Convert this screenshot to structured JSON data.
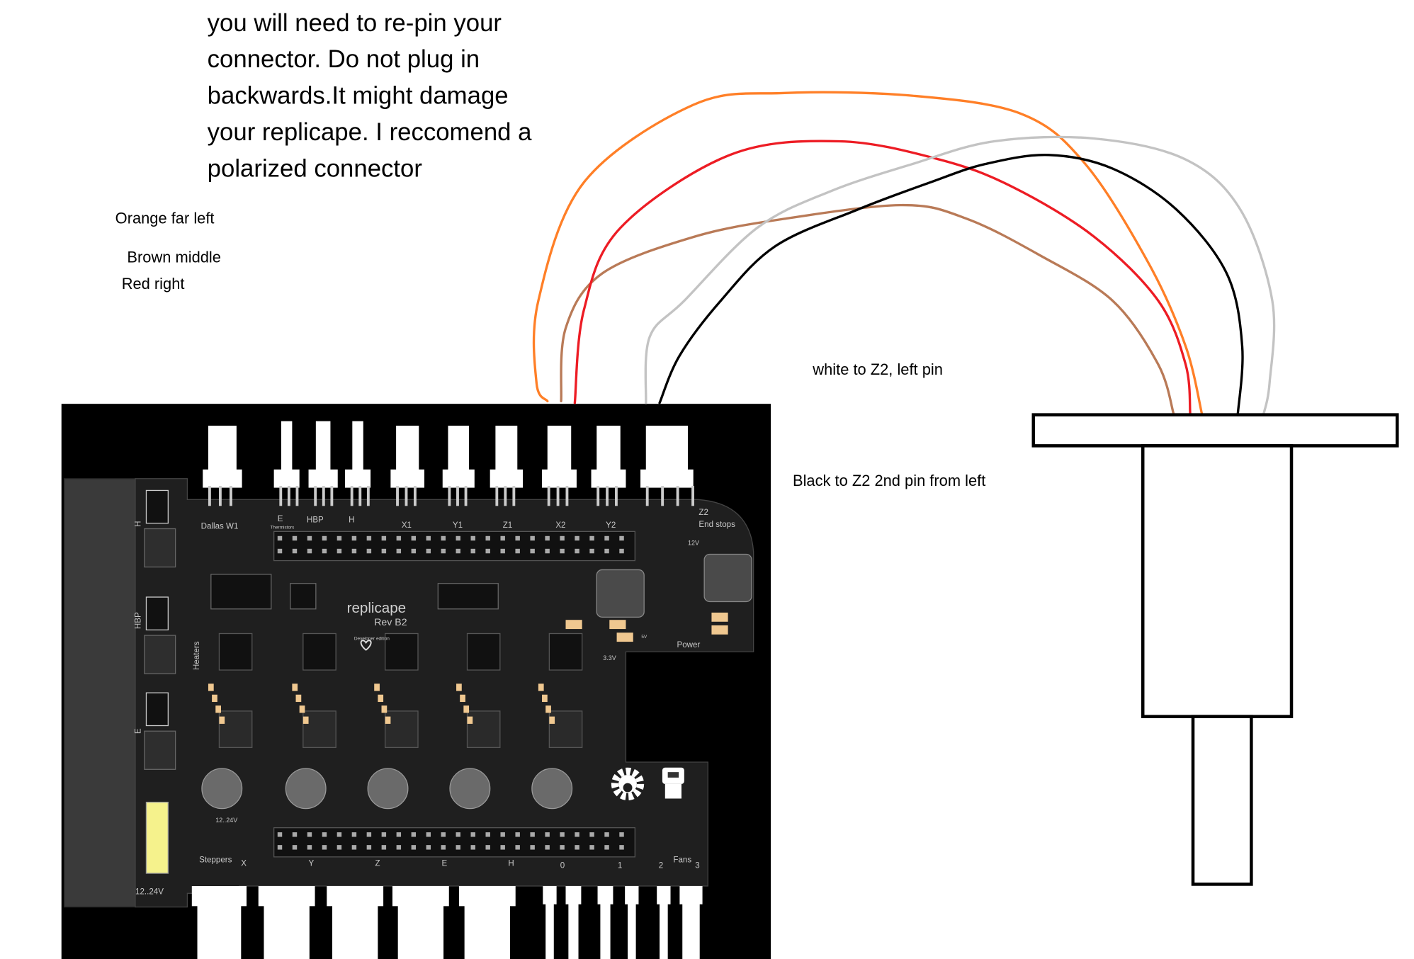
{
  "instructions": {
    "lines": [
      "you will need to re-pin your",
      "connector. Do not plug in",
      "backwards.It might damage",
      "your replicape. I reccomend a",
      "polarized connector"
    ]
  },
  "wire_notes": {
    "orange": "Orange far left",
    "brown": "Brown middle",
    "red": "Red right",
    "white": "white to Z2, left pin",
    "black": "Black to Z2 2nd pin from left"
  },
  "wire_colors": {
    "orange": "#ff7f27",
    "red": "#ed1c24",
    "brown": "#b97a57",
    "white": "#c3c3c3",
    "black": "#000000"
  },
  "board": {
    "logo": "replicape",
    "revision": "Rev B2",
    "developer_edition": "Developer edition",
    "top_labels": {
      "dallas": "Dallas W1",
      "e": "E",
      "hbp": "HBP",
      "h": "H",
      "thermistors": "Thermistors",
      "x1": "X1",
      "y1": "Y1",
      "z1": "Z1",
      "x2": "X2",
      "y2": "Y2",
      "z2": "Z2",
      "end_stops": "End stops",
      "v12": "12V",
      "power": "Power",
      "v33": "3.3V",
      "v5": "5V"
    },
    "side_labels": {
      "heaters": "Heaters",
      "h": "H",
      "hbp": "HBP",
      "e": "E",
      "supply_top": "12..24V",
      "supply_bottom": "12..24V"
    },
    "bottom_labels": {
      "steppers": "Steppers",
      "x": "X",
      "y": "Y",
      "z": "Z",
      "e": "E",
      "h": "H",
      "fans": "Fans",
      "f0": "0",
      "f1": "1",
      "f2": "2",
      "f3": "3"
    },
    "colors": {
      "pcb": "#1f1f1f",
      "fuse": "#f5f28c",
      "pad": "#f0c890"
    }
  }
}
